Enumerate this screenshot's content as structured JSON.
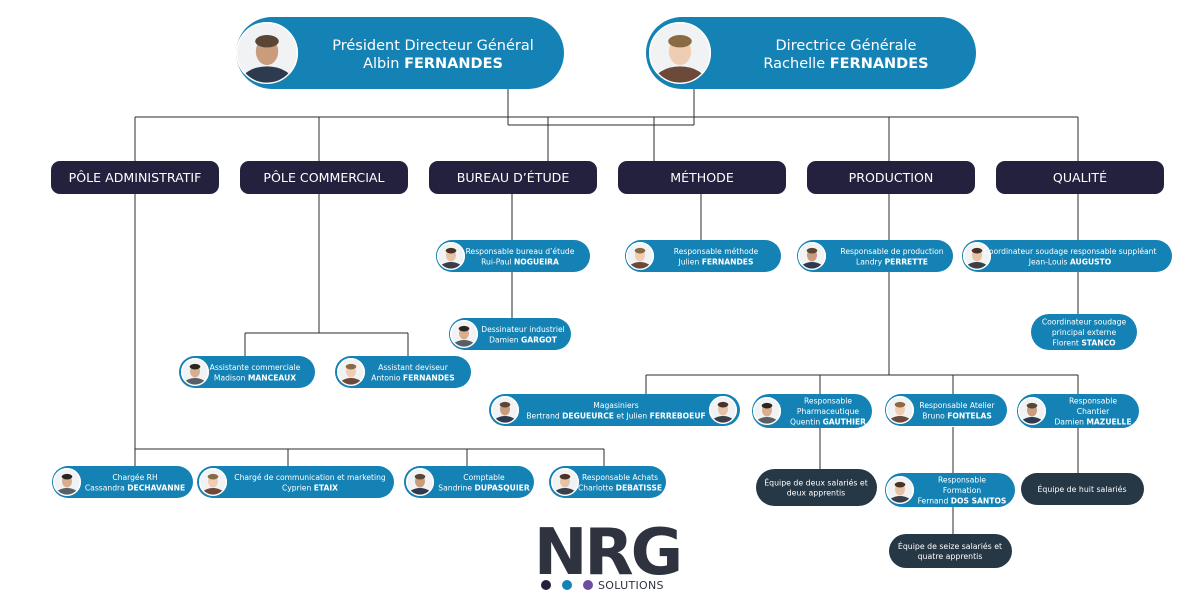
{
  "colors": {
    "person": "#1482b4",
    "dept": "#24213e",
    "team": "#263745",
    "line": "#2b2b2b",
    "text": "#ffffff",
    "logo_dark": "#2f3340",
    "logo_dot1": "#24213e",
    "logo_dot2": "#1482b4",
    "logo_dot3": "#6b4fa0"
  },
  "executives": [
    {
      "role": "Président Directeur Général",
      "first": "Albin",
      "last": "FERNANDES"
    },
    {
      "role": "Directrice Générale",
      "first": "Rachelle",
      "last": "FERNANDES"
    }
  ],
  "departments": [
    "PÔLE ADMINISTRATIF",
    "PÔLE COMMERCIAL",
    "BUREAU D’ÉTUDE",
    "MÉTHODE",
    "PRODUCTION",
    "QUALITÉ"
  ],
  "people": {
    "resp_be": {
      "role": "Responsable bureau d’étude",
      "first": "Rui-Paul",
      "last": "NOGUEIRA"
    },
    "dessinateur": {
      "role": "Dessinateur industriel",
      "first": "Damien",
      "last": "GARGOT"
    },
    "resp_methode": {
      "role": "Responsable méthode",
      "first": "Julien",
      "last": "FERNANDES"
    },
    "resp_prod": {
      "role": "Responsable de production",
      "first": "Landry",
      "last": "PERRETTE"
    },
    "coord_soudage": {
      "role": "Coordinateur soudage responsable suppléant",
      "first": "Jean-Louis",
      "last": "AUGUSTO"
    },
    "coord_externe": {
      "role1": "Coordinateur soudage",
      "role2": "principal externe",
      "first": "Florent",
      "last": "STANCO"
    },
    "assist_comm": {
      "role": "Assistante commerciale",
      "first": "Madison",
      "last": "MANCEAUX"
    },
    "assist_dev": {
      "role": "Assistant deviseur",
      "first": "Antonio",
      "last": "FERNANDES"
    },
    "magasiniers": {
      "role": "Magasiniers",
      "first1": "Bertrand",
      "last1": "DEGUEURCE",
      "conj": "et",
      "first2": "Julien",
      "last2": "FERREBOEUF"
    },
    "resp_pharma": {
      "role1": "Responsable",
      "role2": "Pharmaceutique",
      "first": "Quentin",
      "last": "GAUTHIER"
    },
    "resp_atelier": {
      "role": "Responsable Atelier",
      "first": "Bruno",
      "last": "FONTELAS"
    },
    "resp_chantier": {
      "role1": "Responsable",
      "role2": "Chantier",
      "first": "Damien",
      "last": "MAZUELLE"
    },
    "resp_formation": {
      "role1": "Responsable",
      "role2": "Formation",
      "first": "Fernand",
      "last": "DOS SANTOS"
    },
    "rh": {
      "role": "Chargée RH",
      "first": "Cassandra",
      "last": "DECHAVANNE"
    },
    "comm_marketing": {
      "role": "Chargé de communication et marketing",
      "first": "Cyprien",
      "last": "ETAIX"
    },
    "comptable": {
      "role": "Comptable",
      "first": "Sandrine",
      "last": "DUPASQUIER"
    },
    "achats": {
      "role": "Responsable Achats",
      "first": "Charlotte",
      "last": "DEBATISSE"
    }
  },
  "teams": {
    "pharma": [
      "Équipe de deux salariés et",
      "deux apprentis"
    ],
    "chantier": [
      "Équipe de huit salariés"
    ],
    "atelier": [
      "Équipe de seize salariés et",
      "quatre apprentis"
    ]
  },
  "logo": {
    "mark": "NRG",
    "tagline": "SOLUTIONS"
  }
}
